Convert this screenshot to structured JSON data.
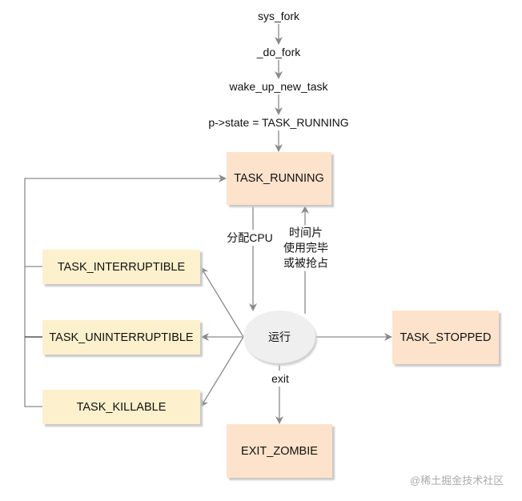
{
  "call_chain": [
    "sys_fork",
    "_do_fork",
    "wake_up_new_task",
    "p->state = TASK_RUNNING"
  ],
  "states": {
    "running": "TASK_RUNNING",
    "interruptible": "TASK_INTERRUPTIBLE",
    "uninterruptible": "TASK_UNINTERRUPTIBLE",
    "killable": "TASK_KILLABLE",
    "stopped": "TASK_STOPPED",
    "zombie": "EXIT_ZOMBIE",
    "run": "运行"
  },
  "edges": {
    "assign_cpu": "分配CPU",
    "preempt_lines": [
      "时间片",
      "使用完毕",
      "或被抢占"
    ],
    "exit": "exit"
  },
  "watermark": "@稀土掘金技术社区",
  "colors": {
    "running_box": "#fde3cb",
    "blocked_box": "#fdf0cc",
    "run_node": "#efefef",
    "edge": "#8a8a8a"
  }
}
